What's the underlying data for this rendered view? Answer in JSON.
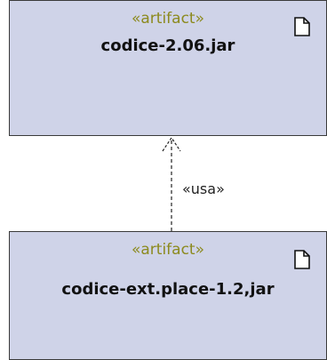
{
  "artifacts": [
    {
      "stereotype": "«artifact»",
      "name": "codice-2.06.jar",
      "icon": "document-icon"
    },
    {
      "stereotype": "«artifact»",
      "name": "codice-ext.place-1.2,jar",
      "icon": "document-icon"
    }
  ],
  "dependency": {
    "label": "«usa»",
    "from": "codice-ext.place-1.2,jar",
    "to": "codice-2.06.jar",
    "style": "dashed-open-arrow"
  },
  "colors": {
    "box_fill": "#cfd3e8",
    "box_border": "#3a3a3a",
    "stereotype_text": "#8c8a1e",
    "name_text": "#111111"
  }
}
